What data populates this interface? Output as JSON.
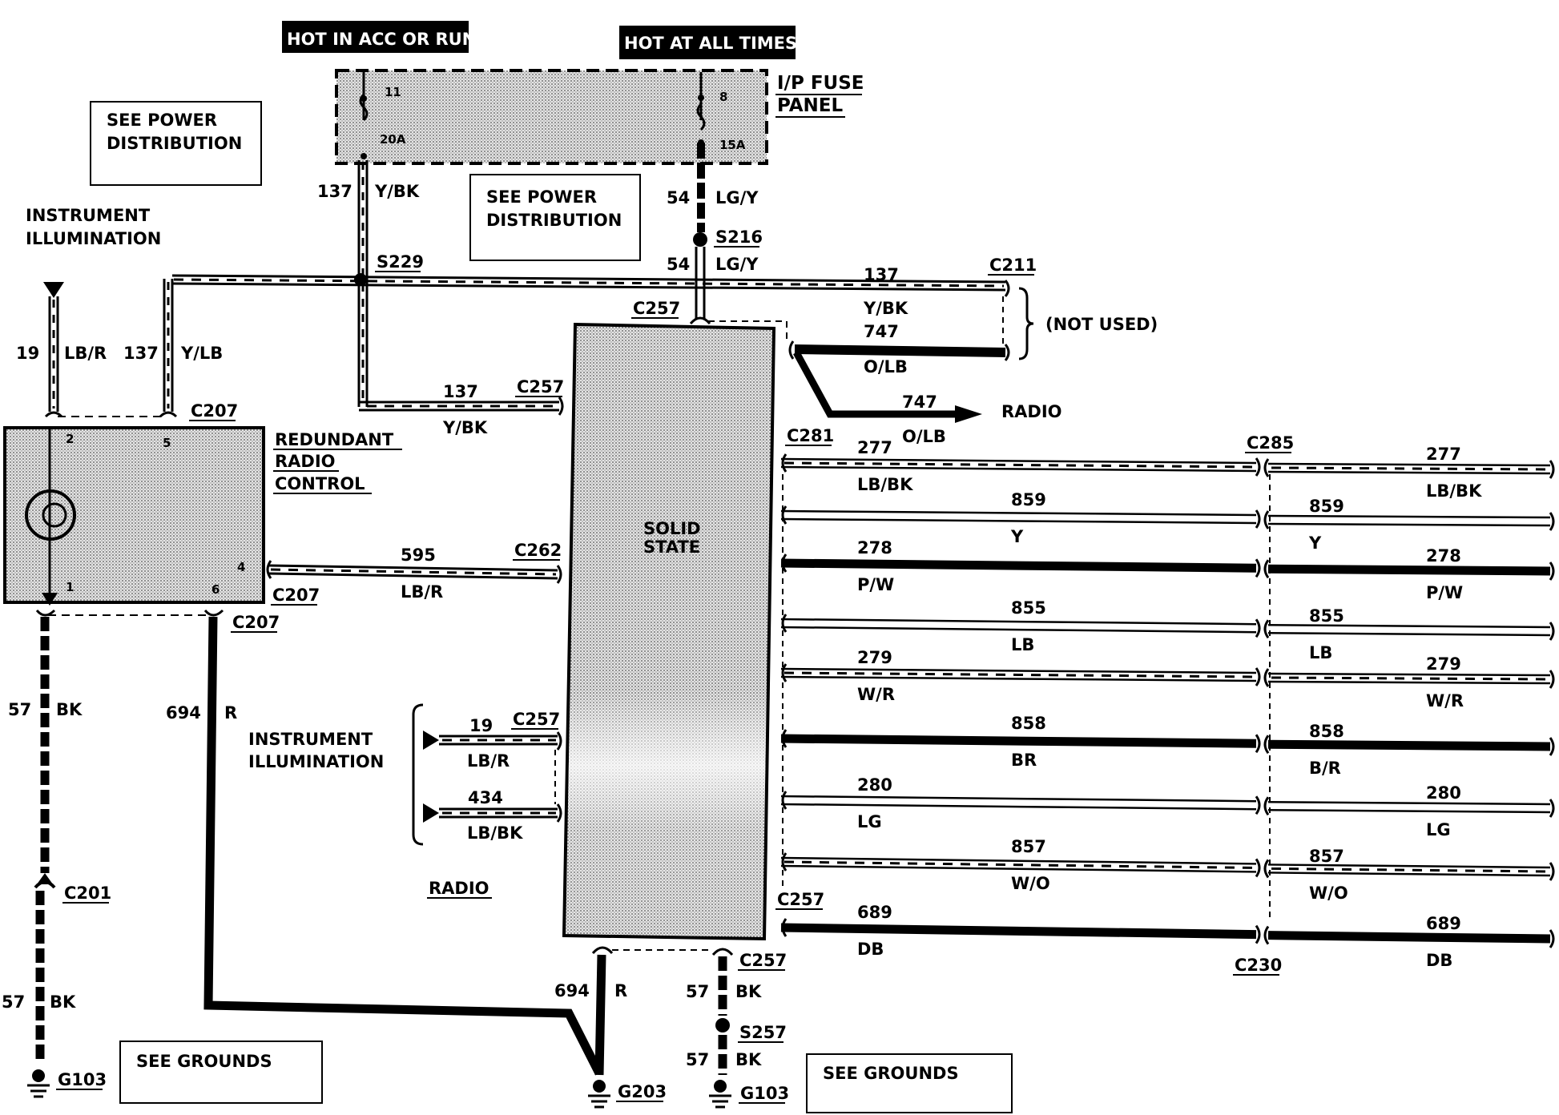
{
  "headers": {
    "hot_acc_run": "HOT IN ACC OR RUN",
    "hot_all_times": "HOT AT ALL TIMES"
  },
  "fuse_panel": {
    "label_line1": "I/P FUSE",
    "label_line2": "PANEL",
    "fuse_a_num": "11",
    "fuse_a_rating": "20A",
    "fuse_b_num": "8",
    "fuse_b_rating": "15A"
  },
  "notes": {
    "see_power_1_line1": "SEE POWER",
    "see_power_1_line2": "DISTRIBUTION",
    "see_power_2_line1": "SEE POWER",
    "see_power_2_line2": "DISTRIBUTION",
    "see_grounds_1": "SEE GROUNDS",
    "see_grounds_2": "SEE GROUNDS",
    "not_used": "(NOT USED)"
  },
  "labels": {
    "instr_illum_top_1": "INSTRUMENT",
    "instr_illum_top_2": "ILLUMINATION",
    "instr_illum_mid_1": "INSTRUMENT",
    "instr_illum_mid_2": "ILLUMINATION",
    "rrc_1": "REDUNDANT",
    "rrc_2": "RADIO",
    "rrc_3": "CONTROL",
    "radio_bottom": "RADIO",
    "radio_right": "RADIO",
    "solid_1": "SOLID",
    "solid_2": "STATE",
    "rrc_pin_2": "2",
    "rrc_pin_5": "5",
    "rrc_pin_4": "4",
    "rrc_pin_1": "1",
    "rrc_pin_6": "6"
  },
  "connectors": {
    "c207_top": "C207",
    "c207_mid": "C207",
    "c207_bot": "C207",
    "c257_top": "C257",
    "c257_left": "C257",
    "c257_illum": "C257",
    "c257_bottom_left": "C257",
    "c257_bottom": "C257",
    "c262": "C262",
    "c211": "C211",
    "c281": "C281",
    "c285": "C285",
    "c230": "C230",
    "c201": "C201",
    "s229": "S229",
    "s216": "S216",
    "s257": "S257",
    "g103_left": "G103",
    "g203": "G203",
    "g103_right": "G103"
  },
  "circuits": {
    "w137_a_num": "137",
    "w137_a_col": "Y/BK",
    "w54_a_num": "54",
    "w54_a_col": "LG/Y",
    "w54_b_num": "54",
    "w54_b_col": "LG/Y",
    "w137_c211_num": "137",
    "w137_c211_col": "Y/BK",
    "w747_a_num": "747",
    "w747_a_col": "O/LB",
    "w747_b_num": "747",
    "w747_b_col": "O/LB",
    "w19_top_num": "19",
    "w19_top_col": "LB/R",
    "w137_yl_num": "137",
    "w137_yl_col": "Y/LB",
    "w137_left_num": "137",
    "w137_left_col": "Y/BK",
    "w595_num": "595",
    "w595_col": "LB/R",
    "w19_mid_num": "19",
    "w19_mid_col": "LB/R",
    "w434_num": "434",
    "w434_col": "LB/BK",
    "w57_left_num": "57",
    "w57_left_col": "BK",
    "w57_left2_num": "57",
    "w57_left2_col": "BK",
    "w694_left_num": "694",
    "w694_left_col": "R",
    "w694_bot_num": "694",
    "w694_bot_col": "R",
    "w57_bot_num": "57",
    "w57_bot_col": "BK",
    "w57_bot2_num": "57",
    "w57_bot2_col": "BK"
  },
  "speakers": [
    {
      "num_l": "277",
      "col_l": "LB/BK",
      "num_r": "277",
      "col_r": "LB/BK",
      "style": "hatch"
    },
    {
      "num_l": "859",
      "col_l": "Y",
      "num_r": "859",
      "col_r": "Y",
      "style": "thin"
    },
    {
      "num_l": "278",
      "col_l": "P/W",
      "num_r": "278",
      "col_r": "P/W",
      "style": "heavy"
    },
    {
      "num_l": "855",
      "col_l": "LB",
      "num_r": "855",
      "col_r": "LB",
      "style": "thin"
    },
    {
      "num_l": "279",
      "col_l": "W/R",
      "num_r": "279",
      "col_r": "W/R",
      "style": "hatch"
    },
    {
      "num_l": "858",
      "col_l": "BR",
      "num_r": "858",
      "col_r": "B/R",
      "style": "heavy"
    },
    {
      "num_l": "280",
      "col_l": "LG",
      "num_r": "280",
      "col_r": "LG",
      "style": "thin"
    },
    {
      "num_l": "857",
      "col_l": "W/O",
      "num_r": "857",
      "col_r": "W/O",
      "style": "hatch"
    },
    {
      "num_l": "689",
      "col_l": "DB",
      "num_r": "689",
      "col_r": "DB",
      "style": "heavy"
    }
  ]
}
